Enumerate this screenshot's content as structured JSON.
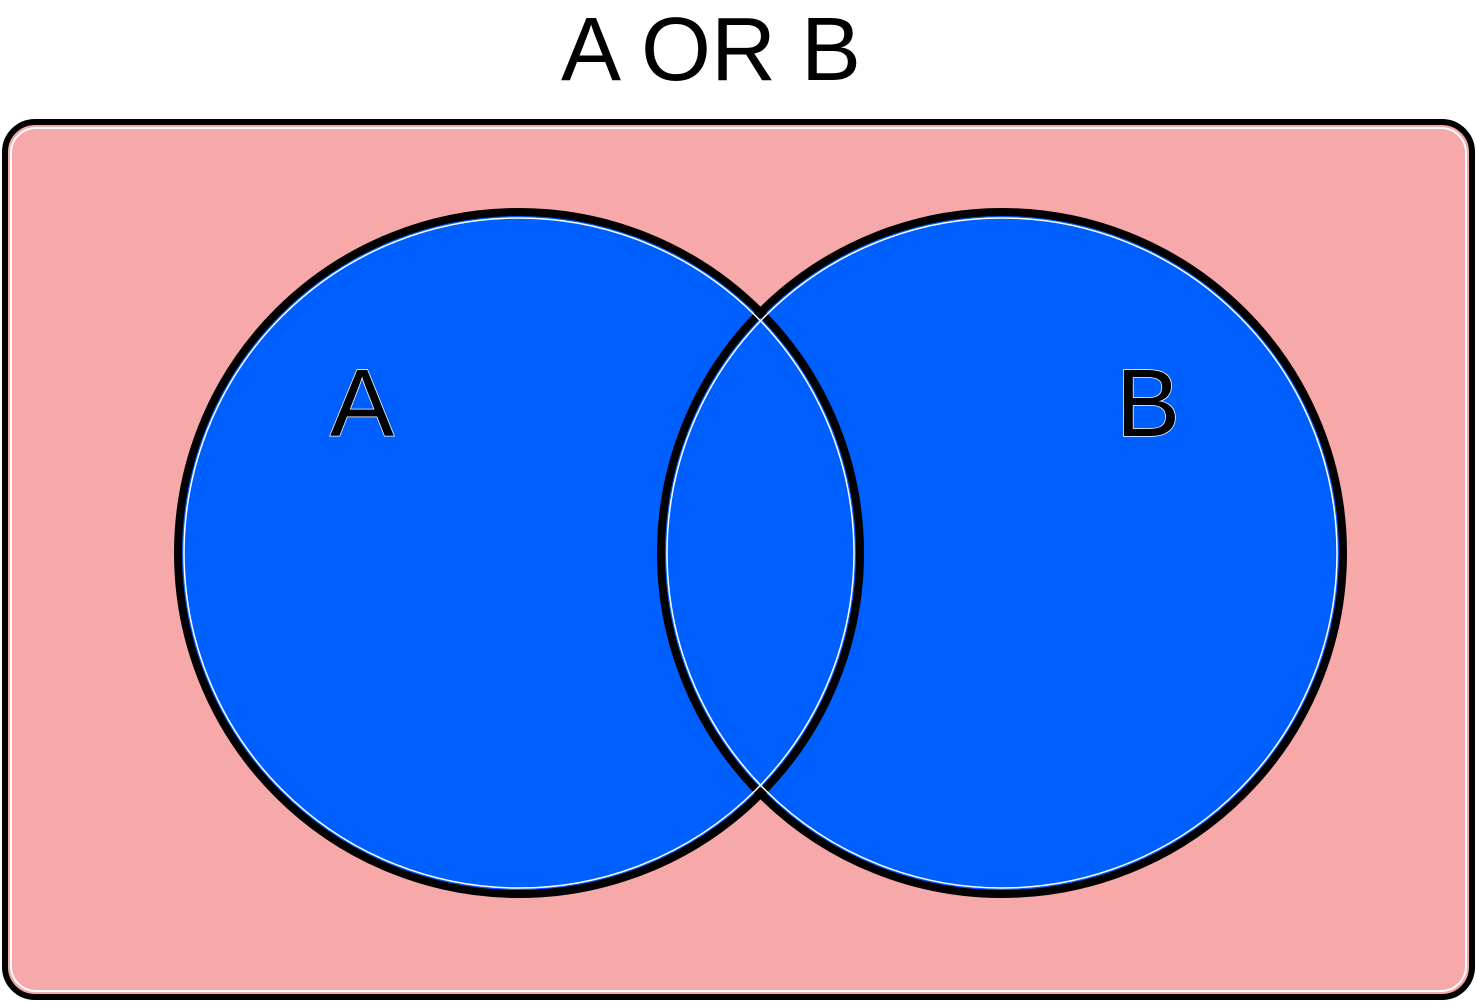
{
  "title": "A OR B",
  "sets": [
    {
      "label": "A",
      "selected": true
    },
    {
      "label": "B",
      "selected": true
    }
  ],
  "colors": {
    "universe_fill": "#f7a8a8",
    "set_fill": "#005fff",
    "outline": "#000000",
    "inner_outline": "#ffffff"
  }
}
